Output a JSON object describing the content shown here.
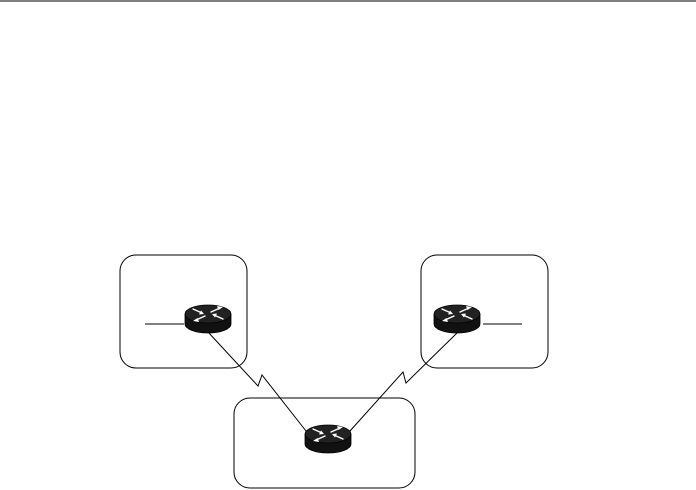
{
  "diagram": {
    "type": "network-topology",
    "colors": {
      "background": "#ffffff",
      "stroke": "#000000",
      "router_body": "#111111",
      "router_arrows": "#ffffff"
    },
    "nodes": [
      {
        "id": "router-left",
        "icon": "router-icon",
        "group": "site-box-left",
        "has_stub_line": true
      },
      {
        "id": "router-right",
        "icon": "router-icon",
        "group": "site-box-right",
        "has_stub_line": true
      },
      {
        "id": "router-bottom",
        "icon": "router-icon",
        "group": "site-box-bottom",
        "has_stub_line": false
      }
    ],
    "links": [
      {
        "from": "router-left",
        "to": "router-bottom",
        "style": "serial-lightning"
      },
      {
        "from": "router-right",
        "to": "router-bottom",
        "style": "serial-lightning"
      }
    ]
  }
}
